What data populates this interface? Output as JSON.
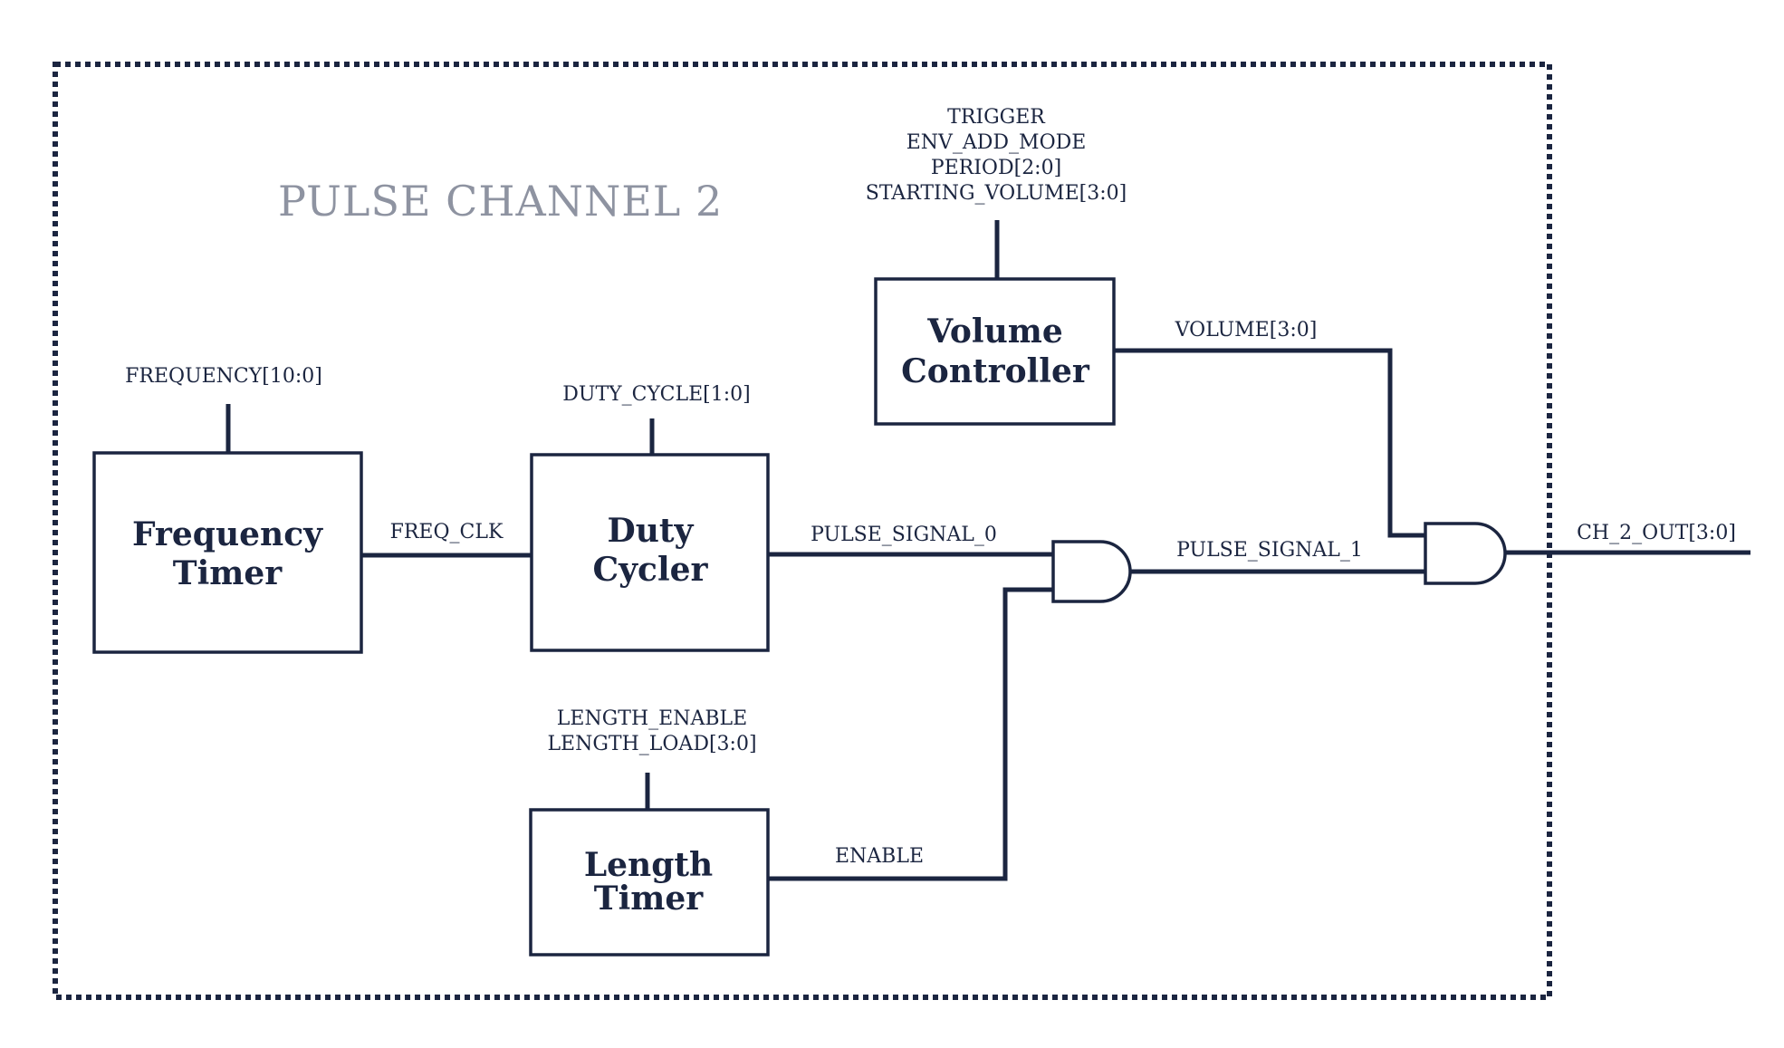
{
  "title": "PULSE CHANNEL 2",
  "blocks": {
    "frequency_timer": [
      "Frequency",
      "Timer"
    ],
    "duty_cycler": [
      "Duty",
      "Cycler"
    ],
    "volume_controller": [
      "Volume",
      "Controller"
    ],
    "length_timer": [
      "Length",
      "Timer"
    ]
  },
  "inputs": {
    "frequency": "FREQUENCY[10:0]",
    "duty_cycle": "DUTY_CYCLE[1:0]",
    "volume": [
      "TRIGGER",
      "ENV_ADD_MODE",
      "PERIOD[2:0]",
      "STARTING_VOLUME[3:0]"
    ],
    "length": [
      "LENGTH_ENABLE",
      "LENGTH_LOAD[3:0]"
    ]
  },
  "signals": {
    "freq_clk": "FREQ_CLK",
    "pulse_signal_0": "PULSE_SIGNAL_0",
    "pulse_signal_1": "PULSE_SIGNAL_1",
    "volume": "VOLUME[3:0]",
    "enable": "ENABLE",
    "output": "CH_2_OUT[3:0]"
  },
  "colors": {
    "ink": "#1b2540",
    "title": "#8e93a1",
    "background": "#ffffff"
  }
}
